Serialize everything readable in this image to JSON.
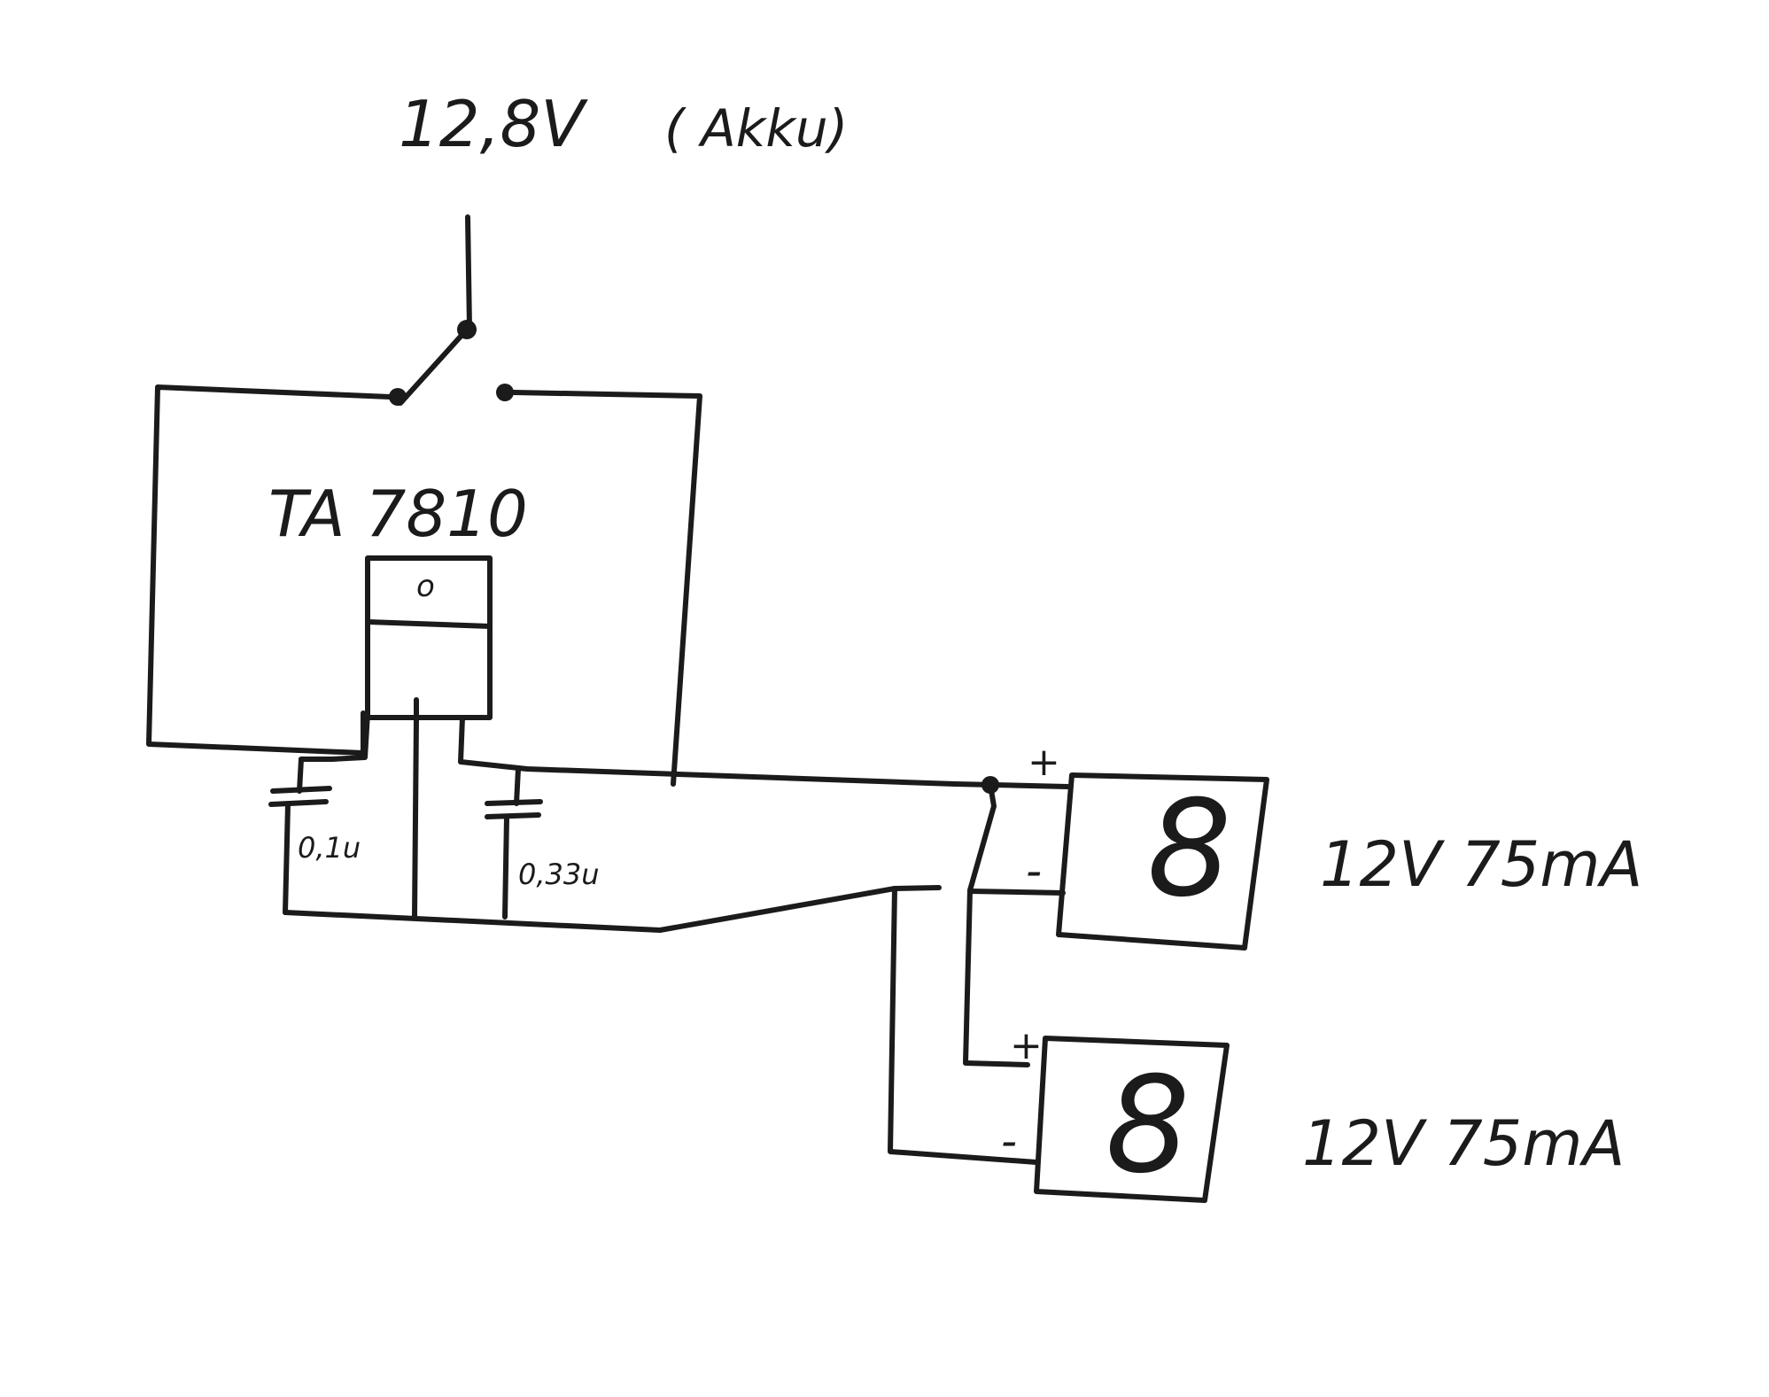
{
  "supply": {
    "label": "12,8V",
    "note": "( Akku)"
  },
  "regulator": {
    "label": "TA 7810",
    "mark": "o"
  },
  "capacitors": [
    {
      "label": "0,1u"
    },
    {
      "label": "0,33u"
    }
  ],
  "displays": [
    {
      "digit": "8",
      "spec": "12V 75mA",
      "plus": "+",
      "minus": "-"
    },
    {
      "digit": "8",
      "spec": "12V 75mA",
      "plus": "+",
      "minus": "-"
    }
  ]
}
